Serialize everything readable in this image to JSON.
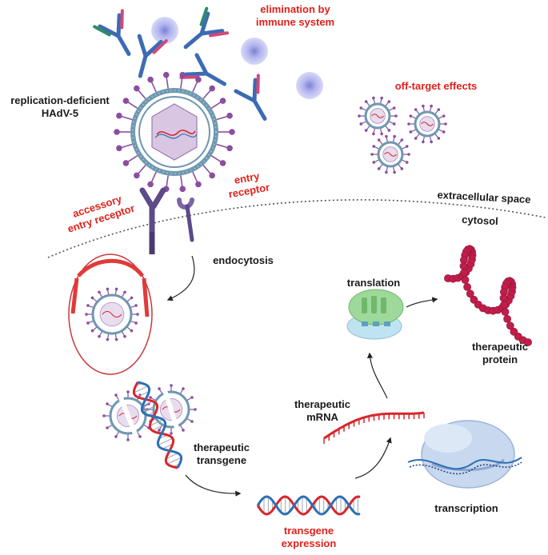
{
  "labels": {
    "elimination_l1": "elimination by",
    "elimination_l2": "immune system",
    "vector_l1": "replication-deficient",
    "vector_l2": "HAdV-5",
    "off_target": "off-target effects",
    "entry_receptor_l1": "entry",
    "entry_receptor_l2": "receptor",
    "accessory_l1": "accessory",
    "accessory_l2": "entry receptor",
    "extracellular": "extracellular space",
    "cytosol": "cytosol",
    "endocytosis": "endocytosis",
    "translation": "translation",
    "therapeutic_protein_l1": "therapeutic",
    "therapeutic_protein_l2": "protein",
    "therapeutic_mrna_l1": "therapeutic",
    "therapeutic_mrna_l2": "mRNA",
    "therapeutic_transgene_l1": "therapeutic",
    "therapeutic_transgene_l2": "transgene",
    "transcription": "transcription",
    "transgene_expression_l1": "transgene",
    "transgene_expression_l2": "expression"
  },
  "colors": {
    "label_black": "#1a1a1a",
    "label_red": "#e0211b",
    "capsid_shell": "#6f97b0",
    "capsid_spikes": "#8a4fa0",
    "dna_red": "#d7262b",
    "dna_blue": "#2e6fb5",
    "protein_beads": "#c01e4a",
    "ribosome_green": "#8ed08a",
    "ribosome_blue": "#b8e0ef",
    "polymerase": "#b9cdea",
    "immune_cell": "#b9b9ee"
  }
}
